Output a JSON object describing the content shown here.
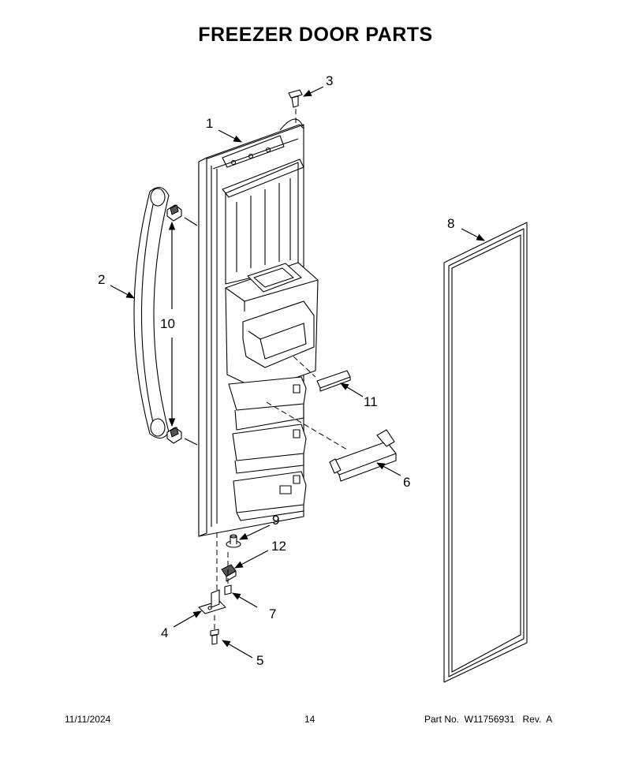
{
  "title": "FREEZER DOOR PARTS",
  "callouts": [
    "1",
    "2",
    "3",
    "4",
    "5",
    "6",
    "7",
    "8",
    "9",
    "10",
    "11",
    "12"
  ],
  "footer": {
    "date": "11/11/2024",
    "page": "14",
    "part_no": "Part No.  W11756931   Rev.  A"
  }
}
